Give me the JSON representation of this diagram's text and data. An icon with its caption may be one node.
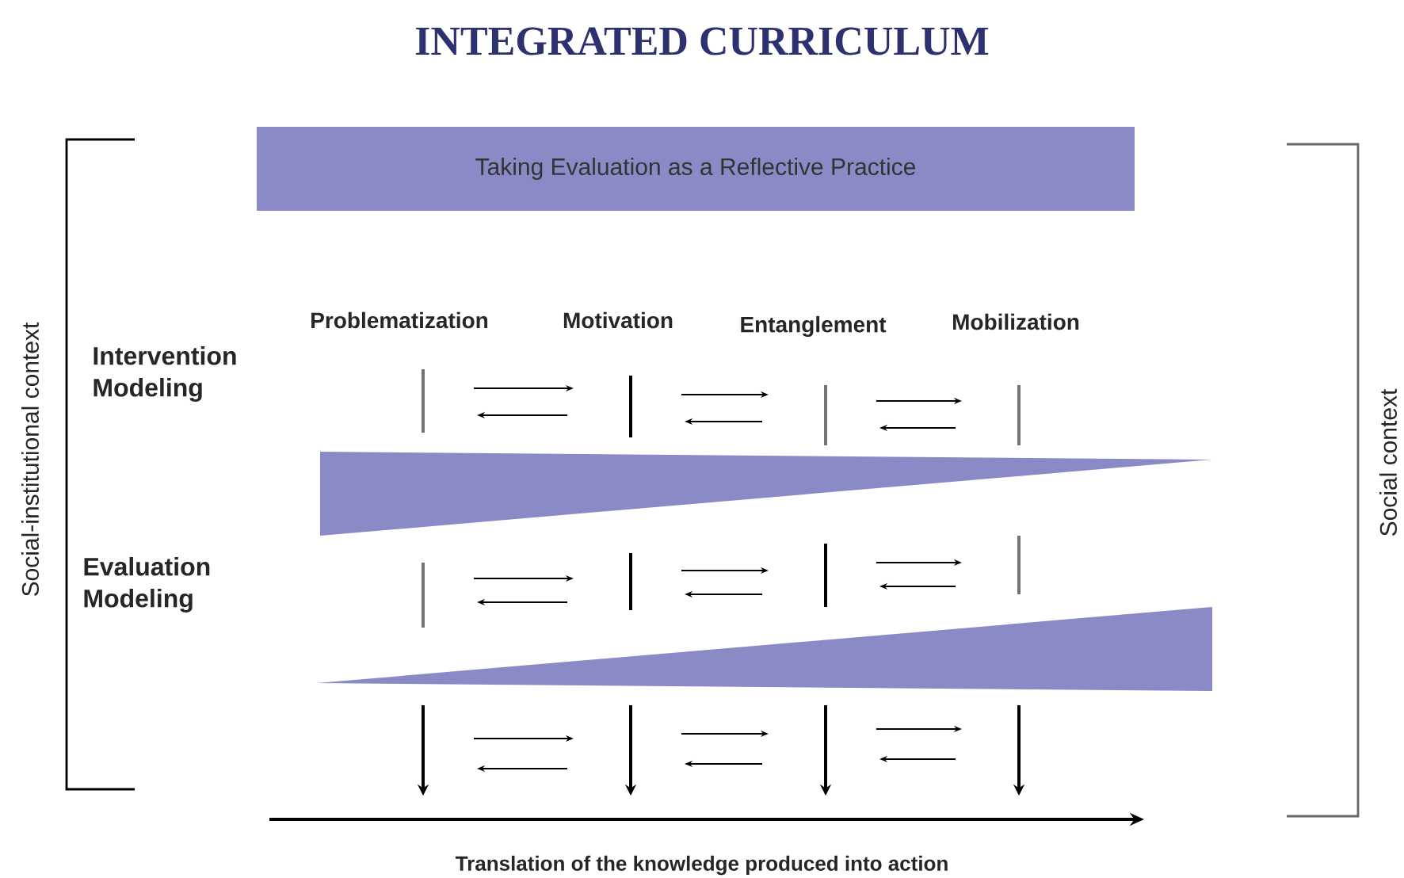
{
  "diagram": {
    "title": "INTEGRATED CURRICULUM",
    "nodes": [
      {
        "text": [
          "Taking Evaluation as a Reflective Practice"
        ]
      },
      {
        "text": [],
        "shape": "triangle"
      },
      {
        "text": [],
        "shape": "triangle"
      }
    ],
    "labels": [
      "Social-institutional context",
      "Problematization",
      "Motivation",
      "Entanglement",
      "Mobilization",
      "Intervention Modeling",
      "Evaluation Modeling",
      "Social context",
      "Translation of the knowledge produced into action"
    ]
  }
}
